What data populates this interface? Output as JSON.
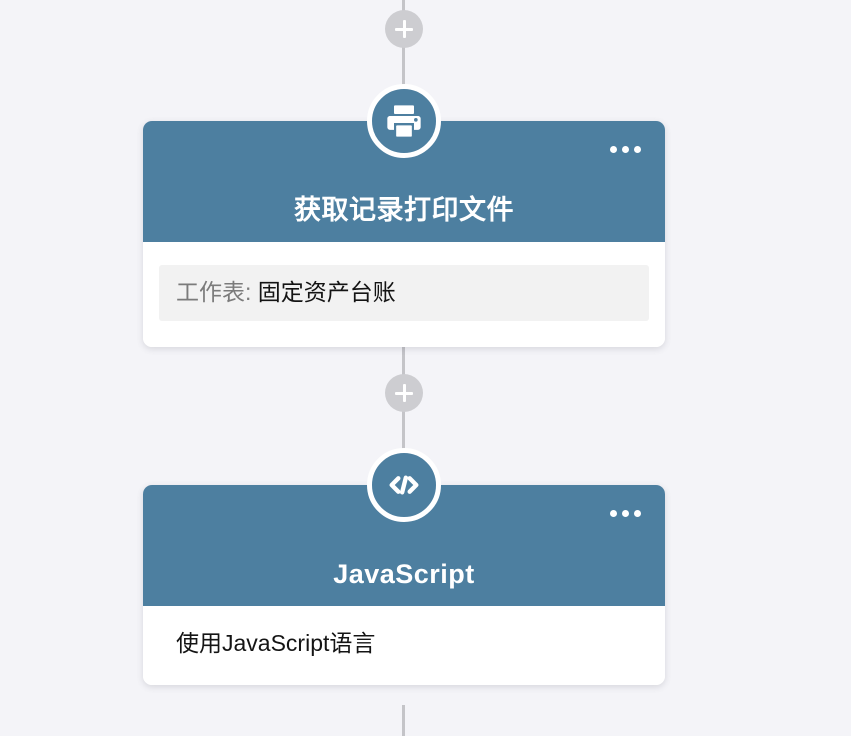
{
  "theme": {
    "background": "#f4f4f8",
    "node_header": "#4d7fa0",
    "node_body": "#ffffff",
    "connector_line": "#c4c4c8",
    "add_button": "#cdcdd1",
    "field_box": "#f2f2f2",
    "title_text": "#ffffff",
    "label_text": "#7b7b7b",
    "value_text": "#141414"
  },
  "flow": {
    "add_buttons": [
      {
        "name": "add-step-top",
        "label": "+"
      },
      {
        "name": "add-step-middle",
        "label": "+"
      }
    ],
    "nodes": [
      {
        "id": "print-file",
        "icon": "printer-icon",
        "title": "获取记录打印文件",
        "menu_label": "•••",
        "body_type": "field",
        "field_label": "工作表:",
        "field_value": "固定资产台账"
      },
      {
        "id": "javascript",
        "icon": "code-icon",
        "title": "JavaScript",
        "menu_label": "•••",
        "body_type": "text",
        "text": "使用JavaScript语言"
      }
    ]
  }
}
